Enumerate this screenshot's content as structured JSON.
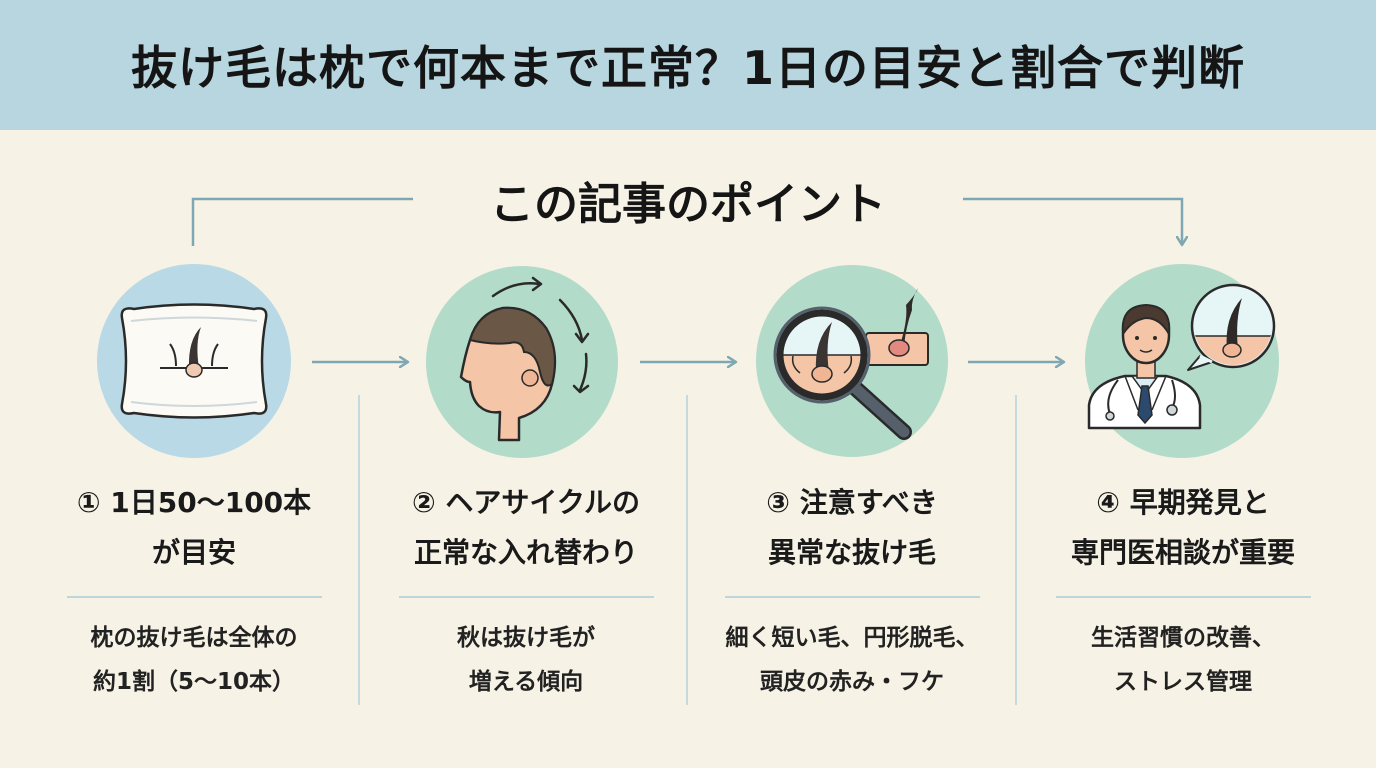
{
  "title": "抜け毛は枕で何本まで正常？1日の目安と割合で判断",
  "subtitle": "この記事のポイント",
  "points": [
    {
      "heading_line1": "① 1日50〜100本",
      "heading_line2": "が目安",
      "desc_line1": "枕の抜け毛は全体の",
      "desc_line2": "約1割（5〜10本）",
      "icon": "pillow-hair-icon"
    },
    {
      "heading_line1": "② ヘアサイクルの",
      "heading_line2": "正常な入れ替わり",
      "desc_line1": "秋は抜け毛が",
      "desc_line2": "増える傾向",
      "icon": "head-cycle-icon"
    },
    {
      "heading_line1": "③ 注意すべき",
      "heading_line2": "異常な抜け毛",
      "desc_line1": "細く短い毛、円形脱毛、",
      "desc_line2": "頭皮の赤み・フケ",
      "icon": "magnifier-scalp-icon"
    },
    {
      "heading_line1": "④ 早期発見と",
      "heading_line2": "専門医相談が重要",
      "desc_line1": "生活習慣の改善、",
      "desc_line2": "ストレス管理",
      "icon": "doctor-icon"
    }
  ],
  "colors": {
    "banner": "#b7d6df",
    "background": "#f6f2e5",
    "circle_blue": "#b9d9e6",
    "circle_green": "#b3dbc9",
    "arrow": "#7ea7b3"
  }
}
